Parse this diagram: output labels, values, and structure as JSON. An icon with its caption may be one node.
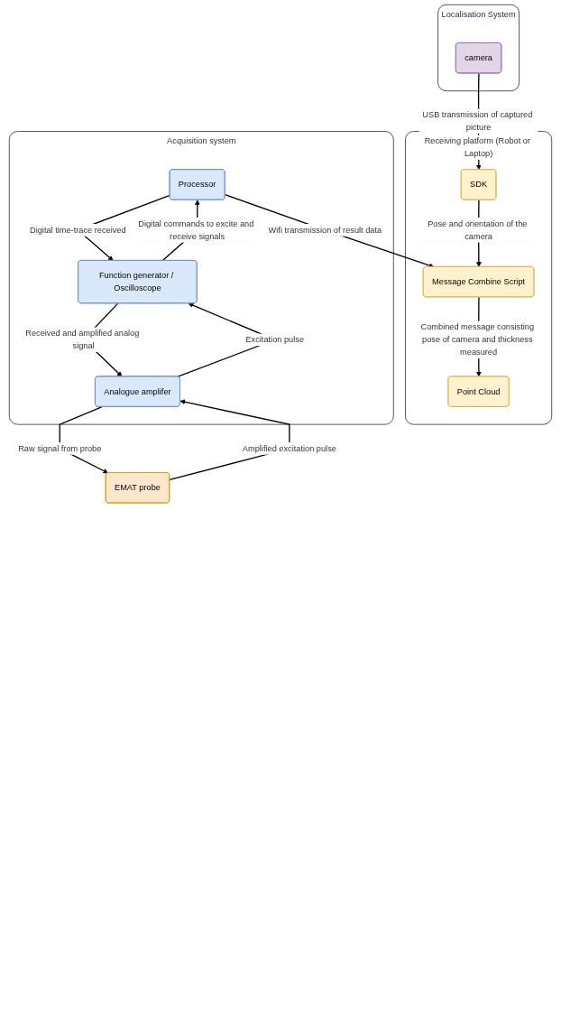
{
  "diagram": {
    "nodes": [
      {
        "text": [
          "Localisation System"
        ]
      },
      {
        "text": [
          "camera"
        ],
        "in": 0
      },
      {
        "text": [
          "Receiving platform (Robot or Laptop)"
        ]
      },
      {
        "text": [
          "SDK"
        ],
        "in": 2
      },
      {
        "text": [
          "Message Combine Script"
        ],
        "in": 2
      },
      {
        "text": [
          "Point Cloud"
        ],
        "in": 2
      },
      {
        "text": [
          "Acquisition system"
        ]
      },
      {
        "text": [
          "Processor"
        ],
        "in": 6
      },
      {
        "text": [
          "Function generator / Oscilloscope"
        ],
        "in": 6
      },
      {
        "text": [
          "Analogue amplifer"
        ],
        "in": 6
      },
      {
        "text": [
          "EMAT probe"
        ]
      }
    ],
    "edges": [
      {
        "from": 1,
        "to": 3,
        "arrow": "to",
        "label": "USB transmission of captured picture"
      },
      {
        "from": 3,
        "to": 4,
        "arrow": "to",
        "label": "Pose and orientation of the camera"
      },
      {
        "from": 4,
        "to": 5,
        "arrow": "to",
        "label": "Combined message consisting pose of camera and thickness measured"
      },
      {
        "from": 7,
        "to": 4,
        "arrow": "to",
        "label": "Wifi transmission of result data"
      },
      {
        "from": 8,
        "to": 7,
        "arrow": "to",
        "label": "Digital commands to excite and receive signals"
      },
      {
        "from": 7,
        "to": 8,
        "arrow": "to",
        "label": "Digital time-trace received"
      },
      {
        "from": 9,
        "to": 8,
        "arrow": "to",
        "label": "Excitation pulse"
      },
      {
        "from": 8,
        "to": 9,
        "arrow": "to",
        "label": "Received and amplified analog signal"
      },
      {
        "from": 10,
        "to": 9,
        "arrow": "to",
        "label": "Amplified excitation pulse"
      },
      {
        "from": 9,
        "to": 10,
        "arrow": "to",
        "label": "Raw signal from probe"
      }
    ]
  }
}
